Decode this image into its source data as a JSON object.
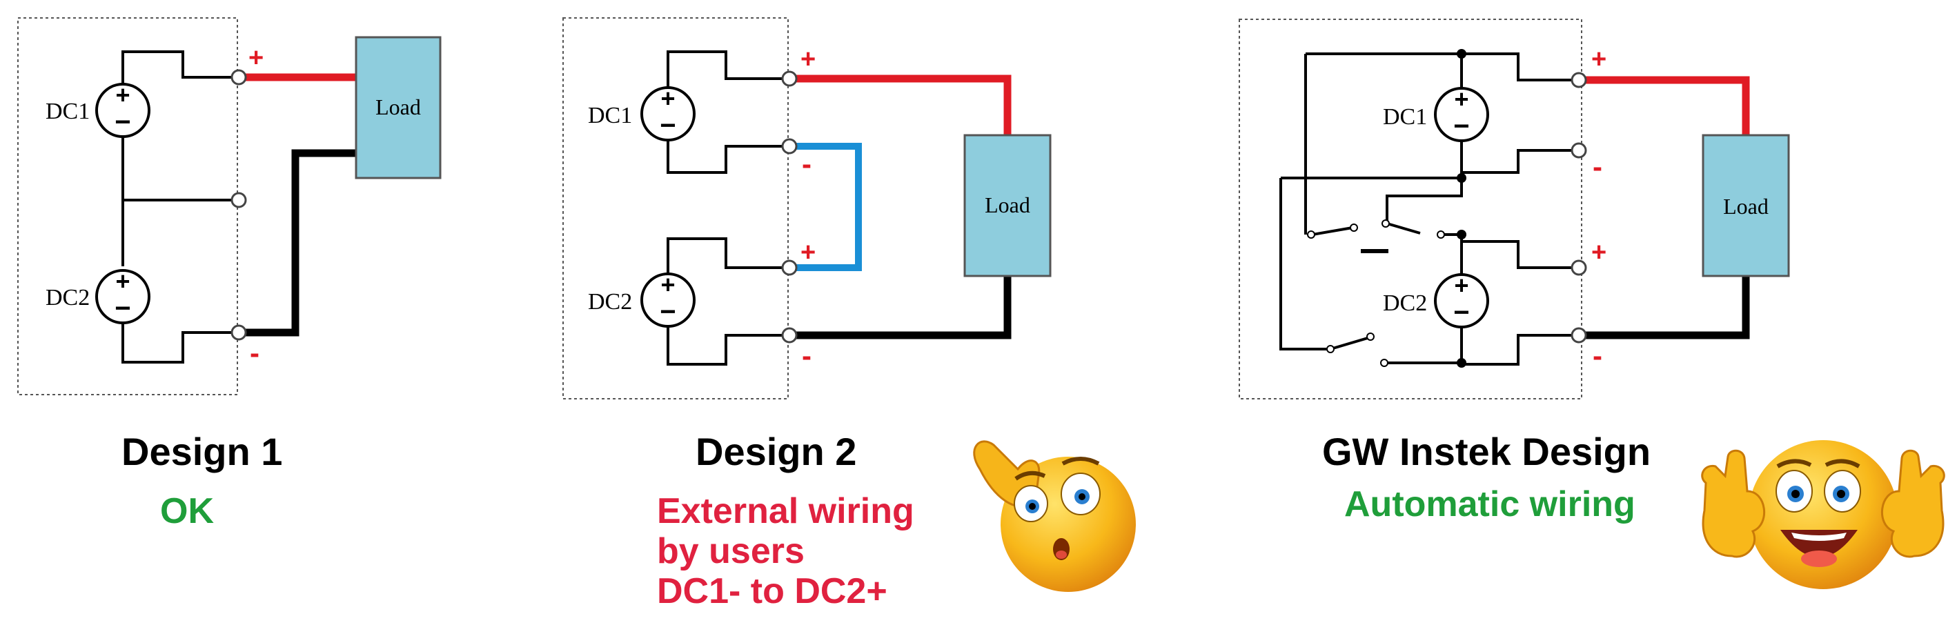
{
  "colors": {
    "positive_wire": "#e01b24",
    "negative_wire": "#000000",
    "jumper_wire": "#1a8fd6",
    "load_fill": "#8ecddd",
    "ok_text": "#1f9e3a",
    "warn_text": "#e0213f"
  },
  "design1": {
    "source_top": "DC1",
    "source_bottom": "DC2",
    "load": "Load",
    "plus": "+",
    "minus": "-",
    "title": "Design 1",
    "subtitle": "OK"
  },
  "design2": {
    "source_top": "DC1",
    "source_bottom": "DC2",
    "load": "Load",
    "plus_top": "+",
    "minus_mid": "-",
    "plus_mid": "+",
    "minus_bottom": "-",
    "title": "Design 2",
    "subtitle_lines": [
      "External wiring",
      "by users",
      "DC1- to DC2+"
    ],
    "emoji": "thinking-face-icon"
  },
  "design3": {
    "source_top": "DC1",
    "source_bottom": "DC2",
    "load": "Load",
    "plus_top": "+",
    "minus_top": "-",
    "plus_bottom": "+",
    "minus_bottom": "-",
    "title": "GW Instek Design",
    "subtitle": "Automatic wiring",
    "emoji": "thumbs-up-face-icon"
  }
}
